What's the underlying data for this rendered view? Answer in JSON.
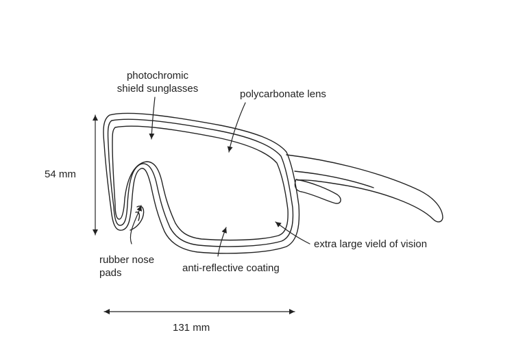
{
  "diagram": {
    "labels": {
      "photochromic": {
        "line1": "photochromic",
        "line2": "shield sunglasses"
      },
      "polycarbonate": "polycarbonate lens",
      "height": "54 mm",
      "field_of_vision": "extra large vield of vision",
      "nose_pads": {
        "line1": "rubber nose",
        "line2": "pads"
      },
      "coating": "anti-reflective coating",
      "width": "131 mm"
    },
    "line_color": "#222222"
  }
}
